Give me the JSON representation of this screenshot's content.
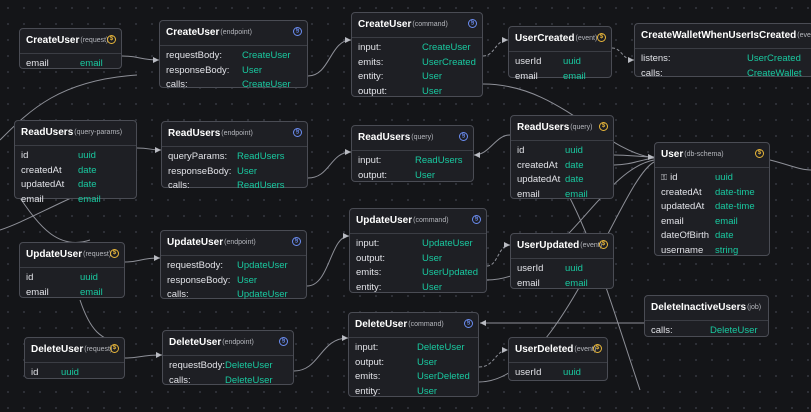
{
  "canvas": {
    "bg": "#141518",
    "accent_value_color": "#19c9a0"
  },
  "nodes": {
    "create_user_request": {
      "title": "CreateUser",
      "kind": "(request)",
      "badge": "$",
      "rows": [
        {
          "label": "email",
          "value": "email"
        }
      ]
    },
    "create_user_endpoint": {
      "title": "CreateUser",
      "kind": "(endpoint)",
      "badge": "§",
      "rows": [
        {
          "label": "requestBody:",
          "value": "CreateUser"
        },
        {
          "label": "responseBody:",
          "value": "User"
        },
        {
          "label": "calls:",
          "value": "CreateUser"
        }
      ]
    },
    "create_user_command": {
      "title": "CreateUser",
      "kind": "(command)",
      "badge": "§",
      "rows": [
        {
          "label": "input:",
          "value": "CreateUser"
        },
        {
          "label": "emits:",
          "value": "UserCreated"
        },
        {
          "label": "entity:",
          "value": "User"
        },
        {
          "label": "output:",
          "value": "User"
        }
      ]
    },
    "user_created_event": {
      "title": "UserCreated",
      "kind": "(event)",
      "badge": "$",
      "rows": [
        {
          "label": "userId",
          "value": "uuid"
        },
        {
          "label": "email",
          "value": "email"
        }
      ]
    },
    "create_wallet_policy": {
      "title": "CreateWalletWhenUserIsCreated",
      "kind": "(events",
      "badge": "",
      "rows": [
        {
          "label": "listens:",
          "value": "UserCreated"
        },
        {
          "label": "calls:",
          "value": "CreateWallet"
        }
      ]
    },
    "read_users_queryparams": {
      "title": "ReadUsers",
      "kind": "(query-params)",
      "badge": "",
      "rows": [
        {
          "label": "id",
          "value": "uuid"
        },
        {
          "label": "createdAt",
          "value": "date"
        },
        {
          "label": "updatedAt",
          "value": "date"
        },
        {
          "label": "email",
          "value": "email"
        }
      ]
    },
    "read_users_endpoint": {
      "title": "ReadUsers",
      "kind": "(endpoint)",
      "badge": "§",
      "rows": [
        {
          "label": "queryParams:",
          "value": "ReadUsers"
        },
        {
          "label": "responseBody:",
          "value": "User"
        },
        {
          "label": "calls:",
          "value": "ReadUsers"
        }
      ]
    },
    "read_users_query": {
      "title": "ReadUsers",
      "kind": "(query)",
      "badge": "§",
      "rows": [
        {
          "label": "input:",
          "value": "ReadUsers"
        },
        {
          "label": "output:",
          "value": "User"
        }
      ]
    },
    "read_users_query_model": {
      "title": "ReadUsers",
      "kind": "(query)",
      "badge": "$",
      "rows": [
        {
          "label": "id",
          "value": "uuid"
        },
        {
          "label": "createdAt",
          "value": "date"
        },
        {
          "label": "updatedAt",
          "value": "date"
        },
        {
          "label": "email",
          "value": "email"
        }
      ]
    },
    "user_schema": {
      "title": "User",
      "kind": "(db-schema)",
      "badge": "$",
      "rows": [
        {
          "label": "id",
          "value": "uuid"
        },
        {
          "label": "createdAt",
          "value": "date-time"
        },
        {
          "label": "updatedAt",
          "value": "date-time"
        },
        {
          "label": "email",
          "value": "email"
        },
        {
          "label": "dateOfBirth",
          "value": "date"
        },
        {
          "label": "username",
          "value": "string"
        }
      ]
    },
    "update_user_request": {
      "title": "UpdateUser",
      "kind": "(request)",
      "badge": "$",
      "rows": [
        {
          "label": "id",
          "value": "uuid"
        },
        {
          "label": "email",
          "value": "email"
        }
      ]
    },
    "update_user_endpoint": {
      "title": "UpdateUser",
      "kind": "(endpoint)",
      "badge": "§",
      "rows": [
        {
          "label": "requestBody:",
          "value": "UpdateUser"
        },
        {
          "label": "responseBody:",
          "value": "User"
        },
        {
          "label": "calls:",
          "value": "UpdateUser"
        }
      ]
    },
    "update_user_command": {
      "title": "UpdateUser",
      "kind": "(command)",
      "badge": "§",
      "rows": [
        {
          "label": "input:",
          "value": "UpdateUser"
        },
        {
          "label": "output:",
          "value": "User"
        },
        {
          "label": "emits:",
          "value": "UserUpdated"
        },
        {
          "label": "entity:",
          "value": "User"
        }
      ]
    },
    "user_updated_event": {
      "title": "UserUpdated",
      "kind": "(event)",
      "badge": "$",
      "rows": [
        {
          "label": "userId",
          "value": "uuid"
        },
        {
          "label": "email",
          "value": "email"
        }
      ]
    },
    "delete_inactive_job": {
      "title": "DeleteInactiveUsers",
      "kind": "(job)",
      "badge": "",
      "rows": [
        {
          "label": "calls:",
          "value": "DeleteUser"
        }
      ]
    },
    "delete_user_request": {
      "title": "DeleteUser",
      "kind": "(request)",
      "badge": "$",
      "rows": [
        {
          "label": "id",
          "value": "uuid"
        }
      ]
    },
    "delete_user_endpoint": {
      "title": "DeleteUser",
      "kind": "(endpoint)",
      "badge": "§",
      "rows": [
        {
          "label": "requestBody:",
          "value": "DeleteUser"
        },
        {
          "label": "calls:",
          "value": "DeleteUser"
        }
      ]
    },
    "delete_user_command": {
      "title": "DeleteUser",
      "kind": "(command)",
      "badge": "§",
      "rows": [
        {
          "label": "input:",
          "value": "DeleteUser"
        },
        {
          "label": "output:",
          "value": "User"
        },
        {
          "label": "emits:",
          "value": "UserDeleted"
        },
        {
          "label": "entity:",
          "value": "User"
        }
      ]
    },
    "user_deleted_event": {
      "title": "UserDeleted",
      "kind": "(event)",
      "badge": "$",
      "rows": [
        {
          "label": "userId",
          "value": "uuid"
        }
      ]
    }
  }
}
